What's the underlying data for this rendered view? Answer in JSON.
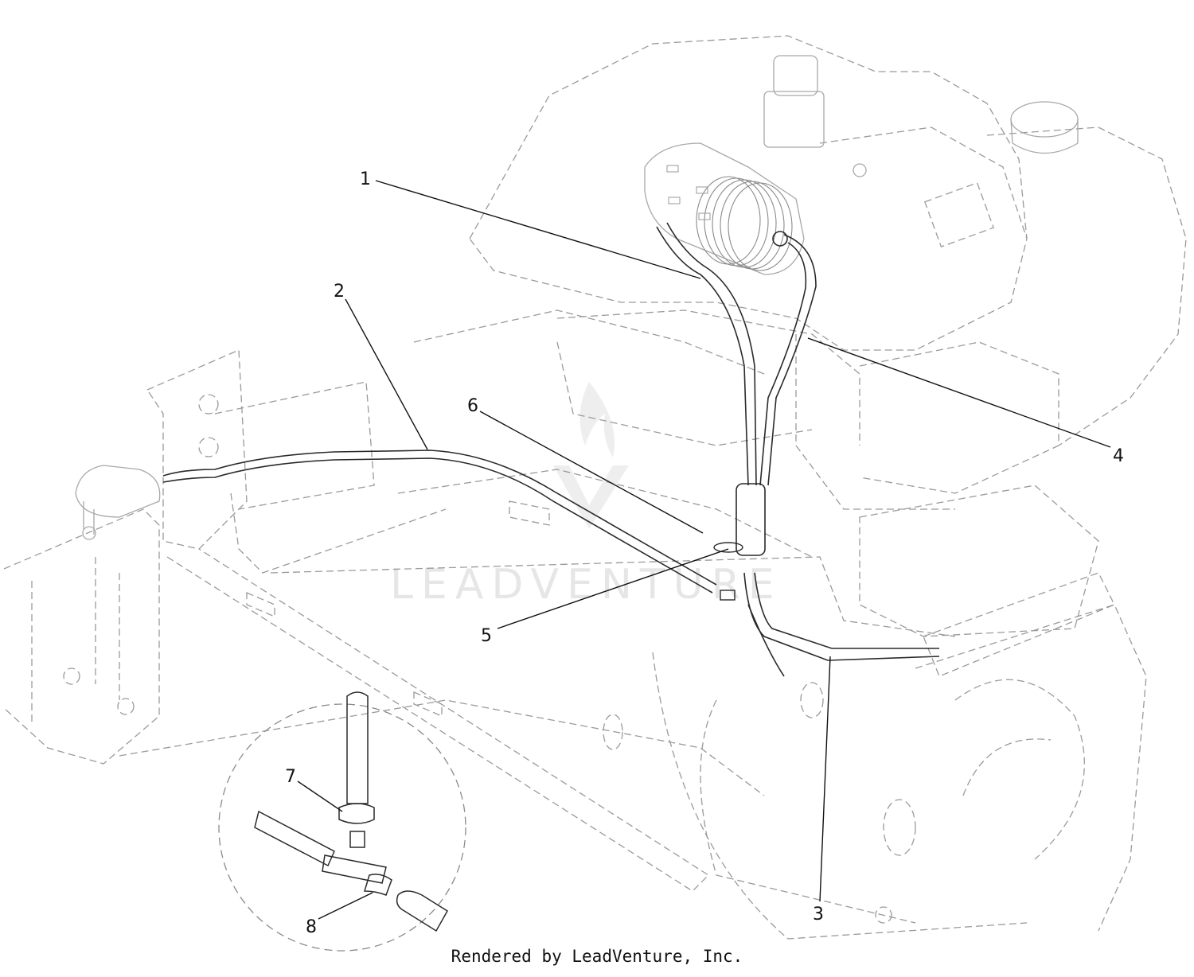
{
  "diagram": {
    "callouts": [
      {
        "id": "1",
        "label": "1"
      },
      {
        "id": "2",
        "label": "2"
      },
      {
        "id": "3",
        "label": "3"
      },
      {
        "id": "4",
        "label": "4"
      },
      {
        "id": "5",
        "label": "5"
      },
      {
        "id": "6",
        "label": "6"
      },
      {
        "id": "7",
        "label": "7"
      },
      {
        "id": "8",
        "label": "8"
      }
    ],
    "watermark": "LEADVENTURE",
    "footer": "Rendered by LeadVenture, Inc."
  },
  "colors": {
    "line": "#111111",
    "ghost": "#9a9a9a",
    "watermark": "#e6e6e6"
  }
}
